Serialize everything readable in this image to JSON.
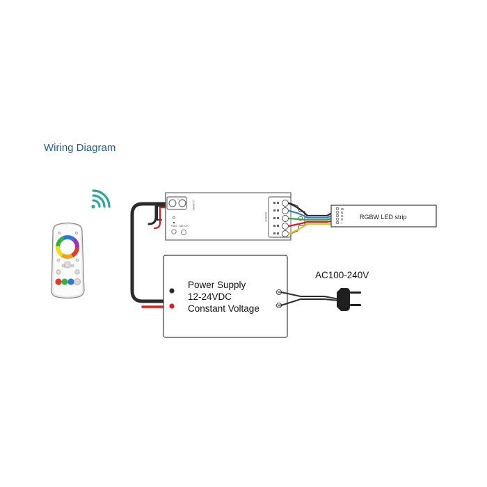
{
  "title": "Wiring Diagram",
  "power_supply": {
    "line1": "Power Supply",
    "line2": "12-24VDC",
    "line3": "Constant Voltage"
  },
  "ac_input": "AC100-240V",
  "led_strip": {
    "label": "RGBW LED strip",
    "pins": [
      "W",
      "B",
      "G",
      "R",
      "+"
    ]
  },
  "controller": {
    "run_label": "RUN",
    "match_label": "MATCH",
    "input_label": "12-24VDC",
    "output_label": "OUTPUT"
  },
  "colors": {
    "title": "#1f5f86",
    "wifi": "#2aa8a0",
    "wire_black": "#2b2b2b",
    "wire_red": "#d62020",
    "wire_white": "#cfcfcf",
    "wire_blue": "#3a7fd0",
    "wire_green": "#35a84a",
    "wire_yellow": "#e8c22a"
  }
}
